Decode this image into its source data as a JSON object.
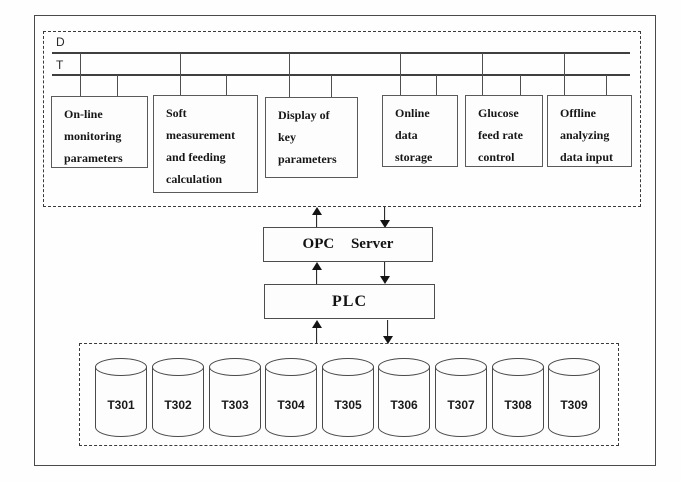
{
  "diagram": {
    "buses": {
      "d_label": "D",
      "t_label": "T"
    },
    "modules": [
      {
        "label": "On-line\nmonitoring\nparameters"
      },
      {
        "label": "Soft\nmeasurement\nand feeding\ncalculation"
      },
      {
        "label": "Display of\nkey\nparameters"
      },
      {
        "label": "Online\ndata\nstorage"
      },
      {
        "label": "Glucose\nfeed rate\ncontrol"
      },
      {
        "label": "Offline\nanalyzing\ndata input"
      }
    ],
    "opc_label": "OPC Server",
    "plc_label": "PLC",
    "tanks": [
      "T301",
      "T302",
      "T303",
      "T304",
      "T305",
      "T306",
      "T307",
      "T308",
      "T309"
    ],
    "colors": {
      "line": "#4a4a4a",
      "text": "#1c1c1c",
      "background": "#fefefe"
    }
  }
}
